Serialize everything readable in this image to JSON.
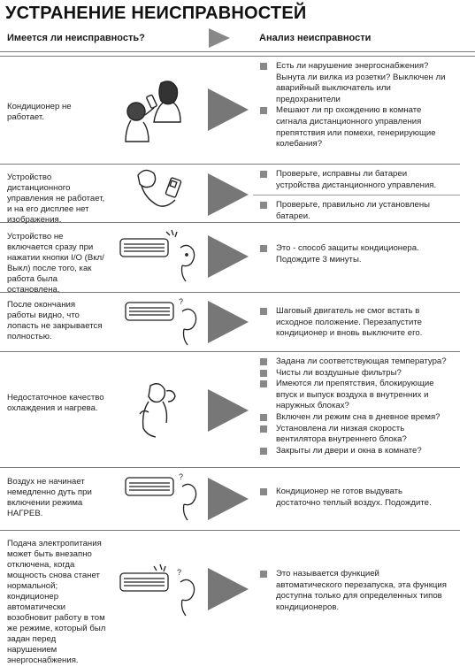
{
  "title": "УСТРАНЕНИЕ НЕИСПРАВНОСТЕЙ",
  "header": {
    "left": "Имеется ли неисправность?",
    "right": "Анализ неисправности"
  },
  "rows": [
    {
      "condition": "Кондиционер не работает.",
      "analysis": [
        "Есть ли нарушение энергоснабжения? Вынута ли вилка из розетки? Выключен ли аварийный выключатель или предохранители",
        "Мешают ли пр охождению в комнате сигнала дистанционного управления препятствия или помехи, генерирующие колебания?"
      ]
    },
    {
      "condition": "Устройство дистанционного управления не работает, и на его дисплее нет изображения.",
      "analysis": [
        "Проверьте, исправны ли батареи устройства дистанционного управления.",
        "Проверьте, правильно ли установлены батареи."
      ]
    },
    {
      "condition": "Устройство не включается сразу при нажатии кнопки I/O (Вкл/Выкл) после того, как работа была остановлена.",
      "analysis": [
        "Это - способ защиты кондиционера. Подождите 3 минуты."
      ]
    },
    {
      "condition": "После окончания работы видно, что лопасть не закрывается полностью.",
      "analysis": [
        "Шаговый двигатель не смог встать в исходное положение. Перезапустите кондиционер и вновь выключите его."
      ]
    },
    {
      "condition": "Недостаточное качество охлаждения и нагрева.",
      "analysis": [
        "Задана ли соответствующая температура?",
        "Чисты ли воздушные фильтры?",
        "Имеются ли препятствия, блокирующие впуск и выпуск воздуха в внутренних и наружных блоках?",
        "Включен ли режим сна в дневное время?",
        "Установлена ли низкая скорость вентилятора внутреннего блока?",
        "Закрыты ли двери и окна в комнате?"
      ]
    },
    {
      "condition": "Воздух не начинает немедленно дуть при включении режима НАГРЕВ.",
      "analysis": [
        "Кондиционер не готов выдувать достаточно теплый воздух. Подождите."
      ]
    },
    {
      "condition": "Подача электропитания может быть внезапно отключена, когда мощность снова станет нормальной; кондиционер автоматически возобновит работу в том же режиме, который был задан перед нарушением энергоснабжения.",
      "analysis": [
        "Это называется функцией автоматического перезапуска, эта функция доступна только для определенных типов кондиционеров."
      ]
    }
  ]
}
